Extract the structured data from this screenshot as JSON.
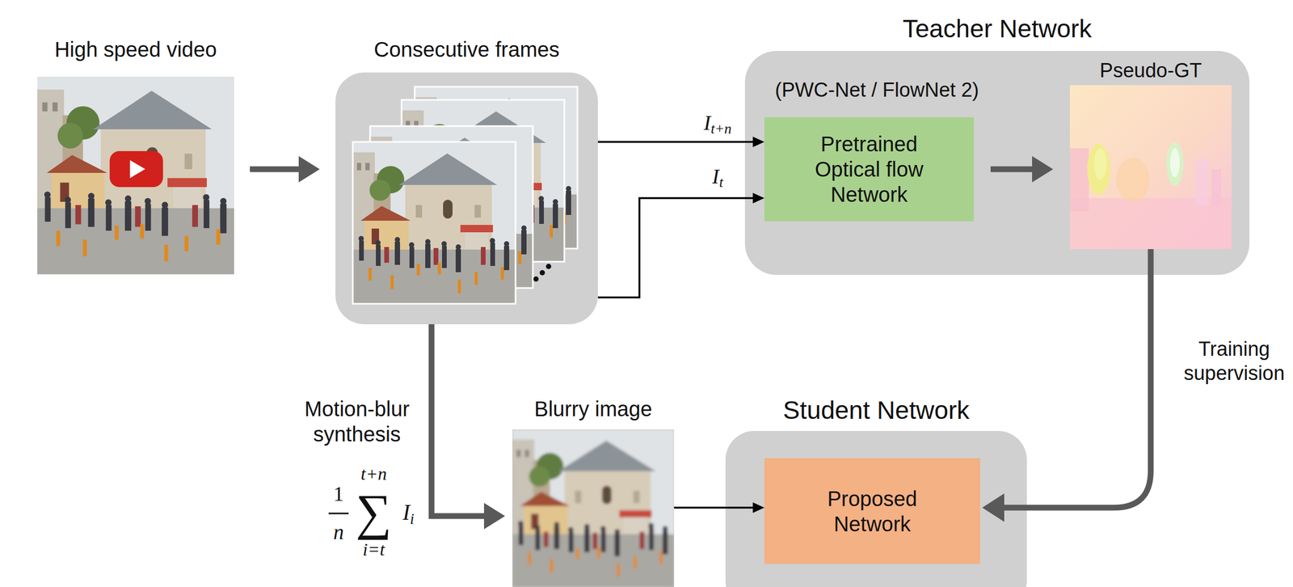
{
  "diagram": {
    "nodes": [
      {
        "text": [
          "High speed video"
        ]
      },
      {
        "text": [
          "Consecutive frames"
        ]
      },
      {
        "text": [
          "Teacher Network"
        ]
      },
      {
        "text": [
          "(PWC-Net / FlowNet 2)",
          "Pretrained Optical flow Network"
        ],
        "in": 2
      },
      {
        "text": [
          "Pseudo-GT"
        ],
        "in": 2
      },
      {
        "text": [
          "Blurry image"
        ]
      },
      {
        "text": [
          "Student Network"
        ]
      },
      {
        "text": [
          "Proposed Network"
        ],
        "in": 6
      }
    ],
    "edges": [
      {
        "from": 0,
        "to": 1,
        "arrow": "to"
      },
      {
        "from": 1,
        "to": 3,
        "label": "It+n",
        "arrow": "to"
      },
      {
        "from": 1,
        "to": 3,
        "label": "It",
        "arrow": "to"
      },
      {
        "from": 3,
        "to": 4,
        "arrow": "to"
      },
      {
        "from": 4,
        "to": 7,
        "label": "Training supervision",
        "arrow": "to"
      },
      {
        "from": 1,
        "to": 5,
        "label": "Motion-blur synthesis",
        "arrow": "to"
      },
      {
        "from": 5,
        "to": 7,
        "arrow": "to"
      }
    ],
    "labels": [
      "t+n",
      "1",
      "n",
      "∑",
      "i=t",
      "Ii"
    ]
  }
}
